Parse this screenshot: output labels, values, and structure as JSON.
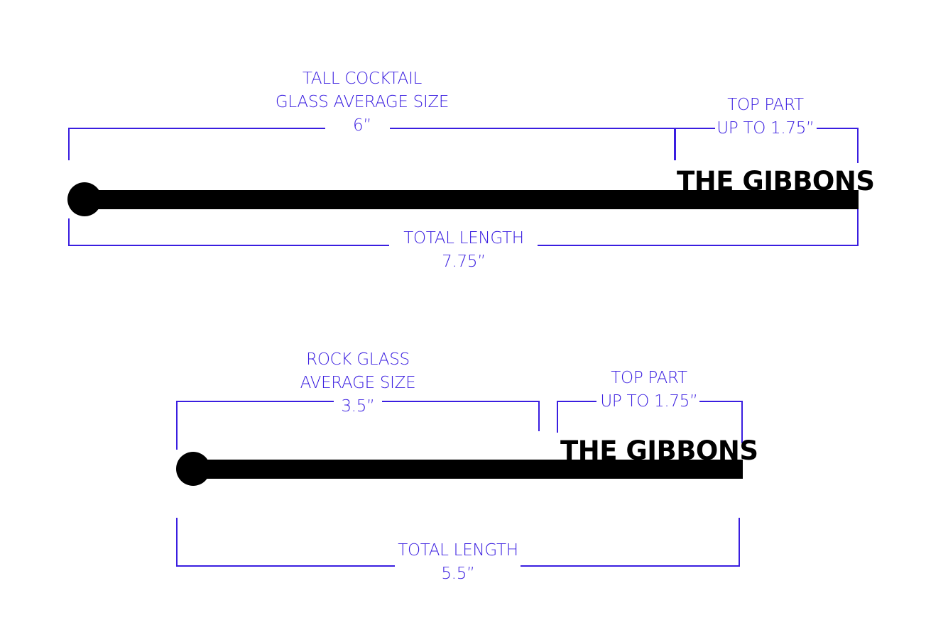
{
  "accent_color": "#3a1ee0",
  "ink_color": "#000000",
  "tall": {
    "glass_label": [
      "TALL COCKTAIL",
      "GLASS AVERAGE SIZE",
      "6”"
    ],
    "top_label": [
      "TOP PART",
      "UP TO 1.75”"
    ],
    "total_label": [
      "TOTAL LENGTH",
      "7.75”"
    ],
    "brand": "THE GIBBONS"
  },
  "rock": {
    "glass_label": [
      "ROCK GLASS",
      "AVERAGE SIZE",
      "3.5”"
    ],
    "top_label": [
      "TOP PART",
      "UP TO 1.75”"
    ],
    "total_label": [
      "TOTAL LENGTH",
      "5.5”"
    ],
    "brand": "THE GIBBONS"
  }
}
